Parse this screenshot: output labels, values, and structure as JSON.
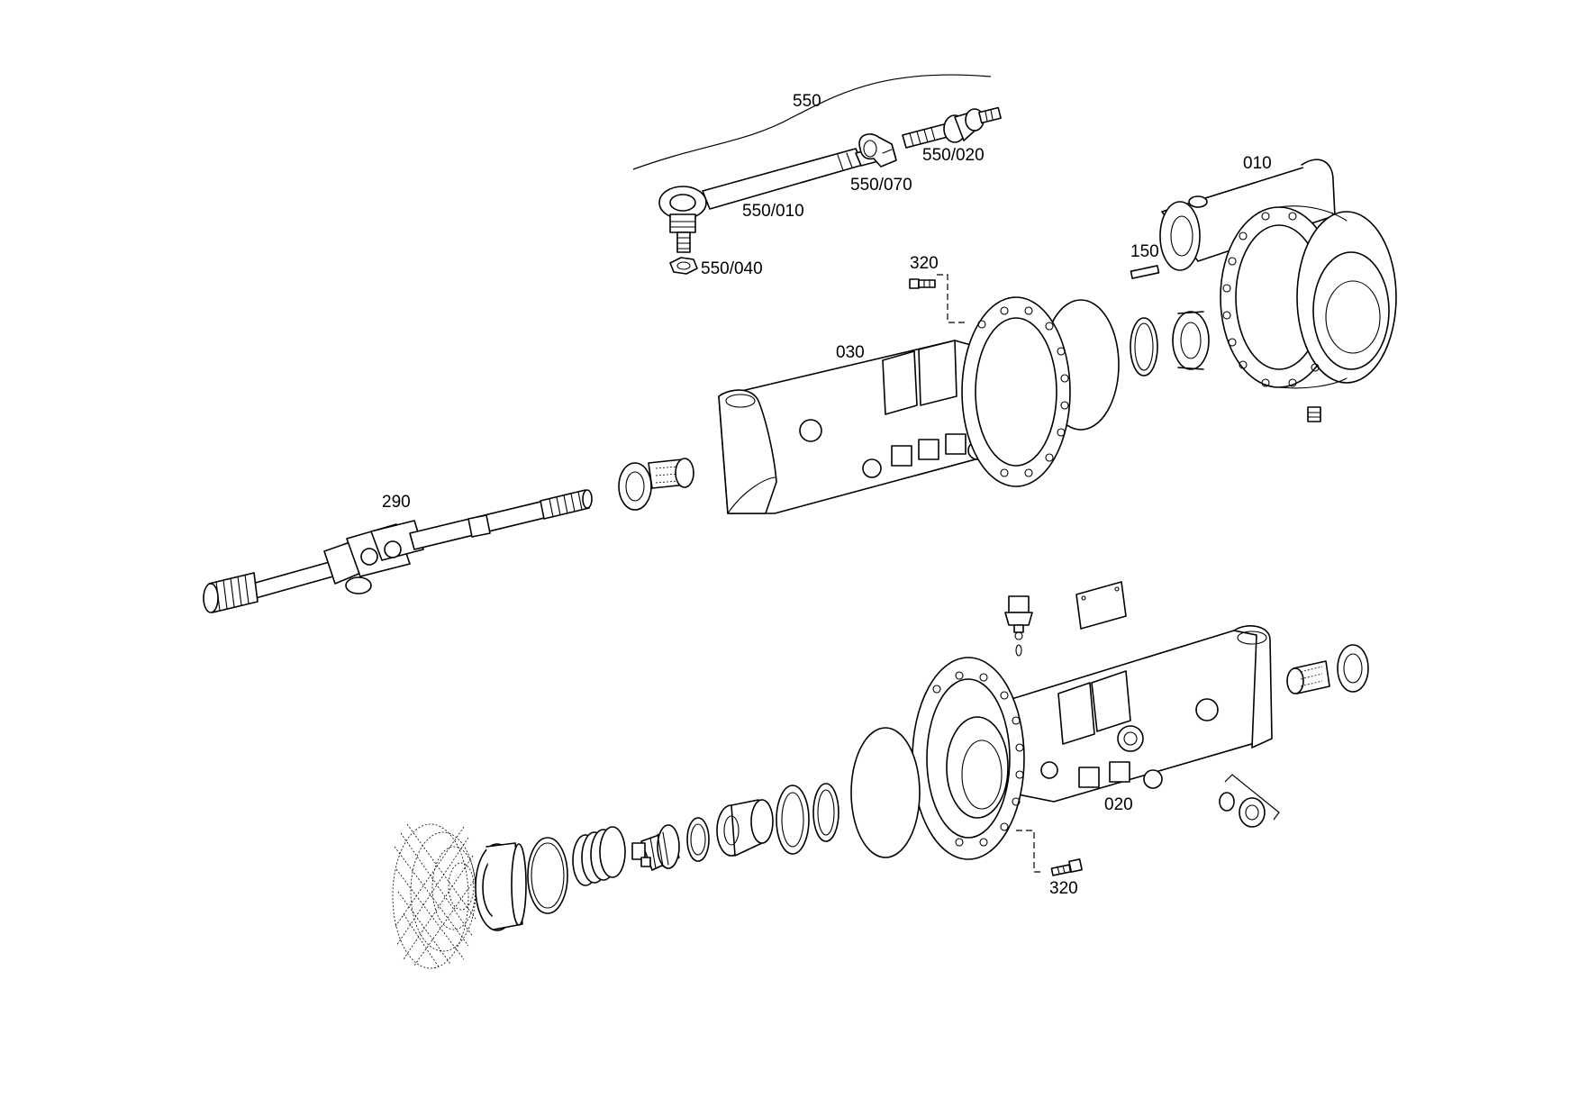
{
  "diagram": {
    "type": "exploded-parts-drawing",
    "labels": {
      "p550": "550",
      "p550_020": "550/020",
      "p550_070": "550/070",
      "p550_010": "550/010",
      "p550_040": "550/040",
      "p010": "010",
      "p150": "150",
      "p320_top": "320",
      "p030": "030",
      "p290": "290",
      "p020": "020",
      "p320_bottom": "320"
    }
  }
}
